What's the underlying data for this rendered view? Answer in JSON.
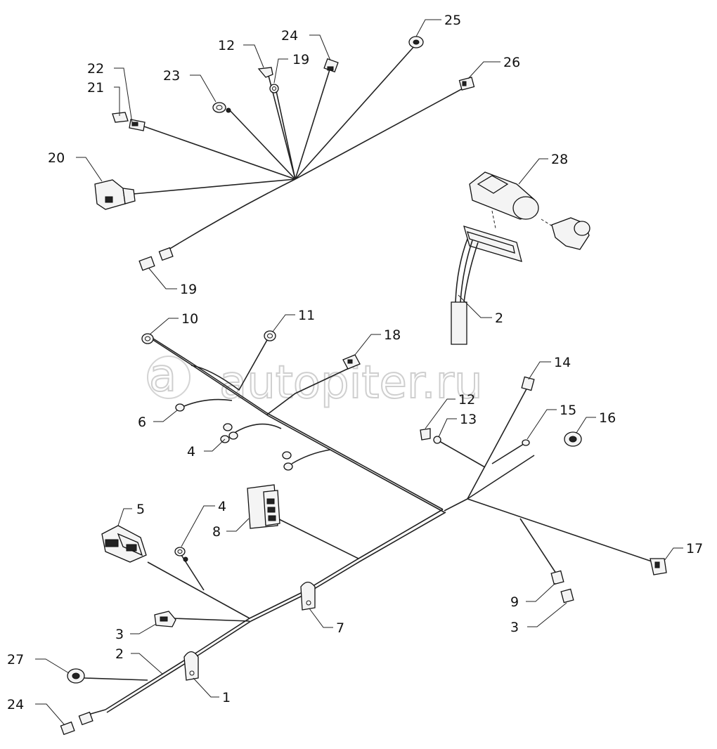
{
  "watermark": {
    "text": "autopiter.ru"
  },
  "callouts": [
    {
      "id": "c25a",
      "text": "25"
    },
    {
      "id": "c24a",
      "text": "24"
    },
    {
      "id": "c12a",
      "text": "12"
    },
    {
      "id": "c19a",
      "text": "19"
    },
    {
      "id": "c26",
      "text": "26"
    },
    {
      "id": "c22",
      "text": "22"
    },
    {
      "id": "c21",
      "text": "21"
    },
    {
      "id": "c23",
      "text": "23"
    },
    {
      "id": "c20",
      "text": "20"
    },
    {
      "id": "c28",
      "text": "28"
    },
    {
      "id": "c19b",
      "text": "19"
    },
    {
      "id": "c2a",
      "text": "2"
    },
    {
      "id": "c10",
      "text": "10"
    },
    {
      "id": "c11",
      "text": "11"
    },
    {
      "id": "c18",
      "text": "18"
    },
    {
      "id": "c14",
      "text": "14"
    },
    {
      "id": "c6",
      "text": "6"
    },
    {
      "id": "c12b",
      "text": "12"
    },
    {
      "id": "c13",
      "text": "13"
    },
    {
      "id": "c15",
      "text": "15"
    },
    {
      "id": "c16",
      "text": "16"
    },
    {
      "id": "c4a",
      "text": "4"
    },
    {
      "id": "c5",
      "text": "5"
    },
    {
      "id": "c4b",
      "text": "4"
    },
    {
      "id": "c8",
      "text": "8"
    },
    {
      "id": "c17",
      "text": "17"
    },
    {
      "id": "c9",
      "text": "9"
    },
    {
      "id": "c3a",
      "text": "3"
    },
    {
      "id": "c7",
      "text": "7"
    },
    {
      "id": "c3b",
      "text": "3"
    },
    {
      "id": "c27",
      "text": "27"
    },
    {
      "id": "c2b",
      "text": "2"
    },
    {
      "id": "c1",
      "text": "1"
    },
    {
      "id": "c24b",
      "text": "24"
    }
  ]
}
